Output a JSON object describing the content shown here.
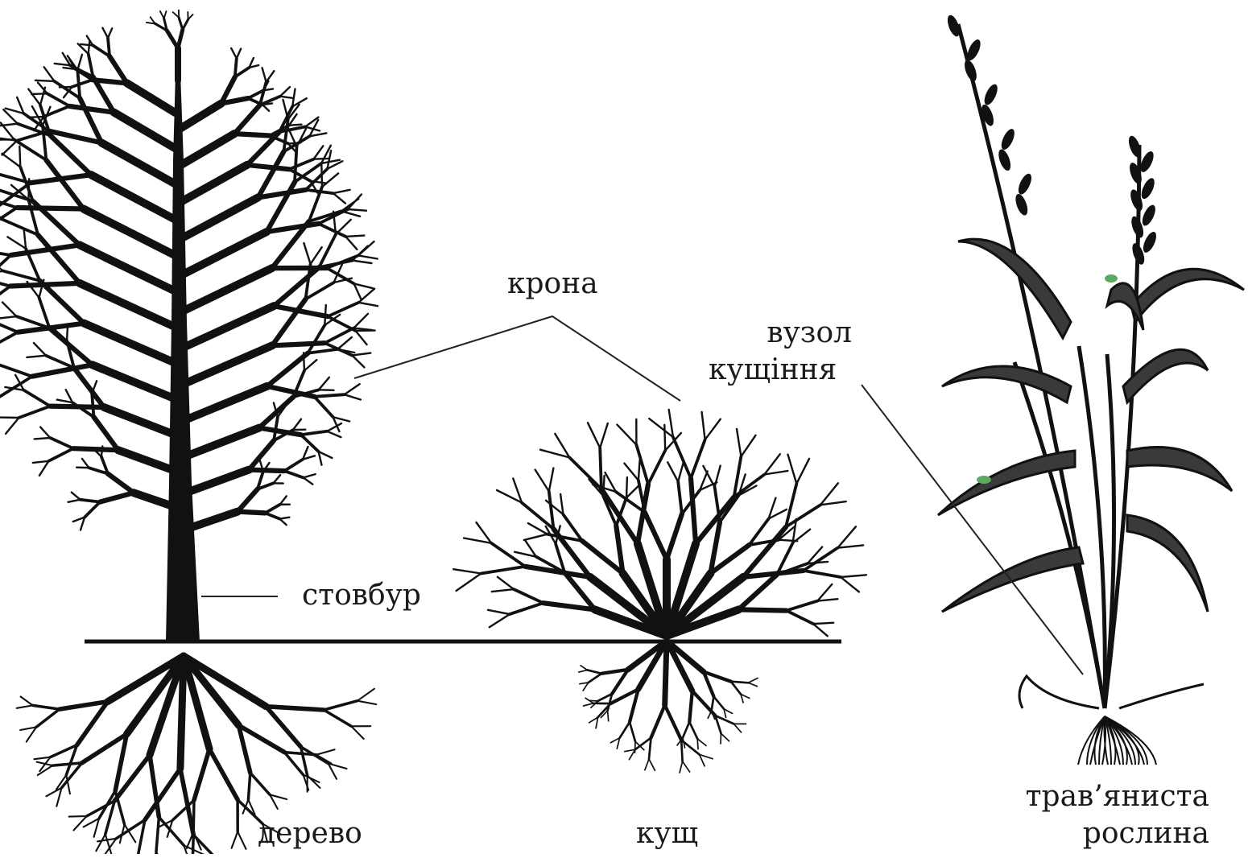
{
  "labels": {
    "crown": "крона",
    "trunk": "стовбур",
    "tillering_node_line1": "вузол",
    "tillering_node_line2": "кущіння",
    "tree": "дерево",
    "shrub": "кущ",
    "herb_line1": "трав’яниста",
    "herb_line2": "рослина"
  },
  "colors": {
    "ink": "#111111",
    "leaf_fill": "#3a3a3a",
    "leaf_accent": "#5fa85f",
    "background": "#ffffff"
  }
}
